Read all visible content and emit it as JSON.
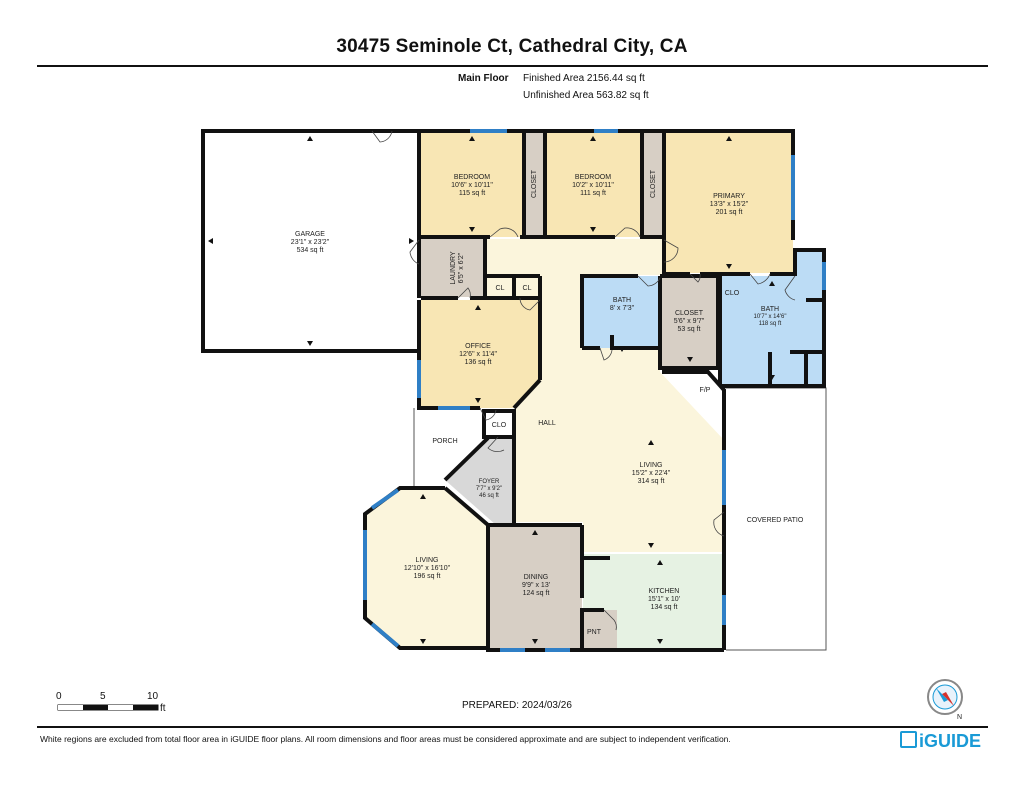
{
  "header": {
    "title": "30475 Seminole Ct, Cathedral City, CA"
  },
  "floor_summary": {
    "floor_name": "Main Floor",
    "finished": "Finished Area 2156.44 sq ft",
    "unfinished": "Unfinished Area 563.82 sq ft"
  },
  "colors": {
    "bedroom": "#f8e6b4",
    "living": "#fbf5dc",
    "bath": "#bcdcf5",
    "utility": "#d7cfc5",
    "kitchen": "#e6f2e3",
    "foyer": "#d8d8d8",
    "wall": "#111111",
    "window": "#2f7fc6"
  },
  "rooms": {
    "garage": {
      "name": "GARAGE",
      "dims": "23'1\" x 23'2\"",
      "area": "534 sq ft"
    },
    "bedroom1": {
      "name": "BEDROOM",
      "dims": "10'6\" x 10'11\"",
      "area": "115 sq ft"
    },
    "bedroom2": {
      "name": "BEDROOM",
      "dims": "10'2\" x 10'11\"",
      "area": "111 sq ft"
    },
    "closet1": {
      "name": "CLOSET"
    },
    "closet2": {
      "name": "CLOSET"
    },
    "primary": {
      "name": "PRIMARY",
      "dims": "13'3\" x 15'2\"",
      "area": "201 sq ft"
    },
    "laundry": {
      "name": "LAUNDRY",
      "dims": "6'5\" x 6'2\""
    },
    "cl1": {
      "name": "CL"
    },
    "cl2": {
      "name": "CL"
    },
    "bath1": {
      "name": "BATH",
      "dims": "8' x 7'3\""
    },
    "closet3": {
      "name": "CLOSET",
      "dims": "5'6\" x 9'7\"",
      "area": "53 sq ft"
    },
    "clo1": {
      "name": "CLO"
    },
    "bath2": {
      "name": "BATH",
      "dims": "10'7\" x 14'6\"",
      "area": "118 sq ft"
    },
    "office": {
      "name": "OFFICE",
      "dims": "12'6\" x 11'4\"",
      "area": "136 sq ft"
    },
    "fp": {
      "name": "F/P"
    },
    "clo2": {
      "name": "CLO"
    },
    "hall": {
      "name": "HALL"
    },
    "porch": {
      "name": "PORCH"
    },
    "foyer": {
      "name": "FOYER",
      "dims": "7'7\" x 9'2\"",
      "area": "46 sq ft"
    },
    "living1": {
      "name": "LIVING",
      "dims": "15'2\" x 22'4\"",
      "area": "314 sq ft"
    },
    "patio": {
      "name": "COVERED PATIO"
    },
    "living2": {
      "name": "LIVING",
      "dims": "12'10\" x 16'10\"",
      "area": "196 sq ft"
    },
    "dining": {
      "name": "DINING",
      "dims": "9'9\" x 13'",
      "area": "124 sq ft"
    },
    "kitchen": {
      "name": "KITCHEN",
      "dims": "15'1\" x 10'",
      "area": "134 sq ft"
    },
    "pnt": {
      "name": "PNT"
    }
  },
  "scale": {
    "t0": "0",
    "t5": "5",
    "t10": "10",
    "unit": "ft"
  },
  "compass": {
    "north": "N"
  },
  "prepared": "PREPARED: 2024/03/26",
  "footer": "White regions are excluded from total floor area in iGUIDE floor plans. All room dimensions and floor areas must be considered approximate and are subject to independent verification.",
  "logo": {
    "text": "iGUIDE"
  }
}
